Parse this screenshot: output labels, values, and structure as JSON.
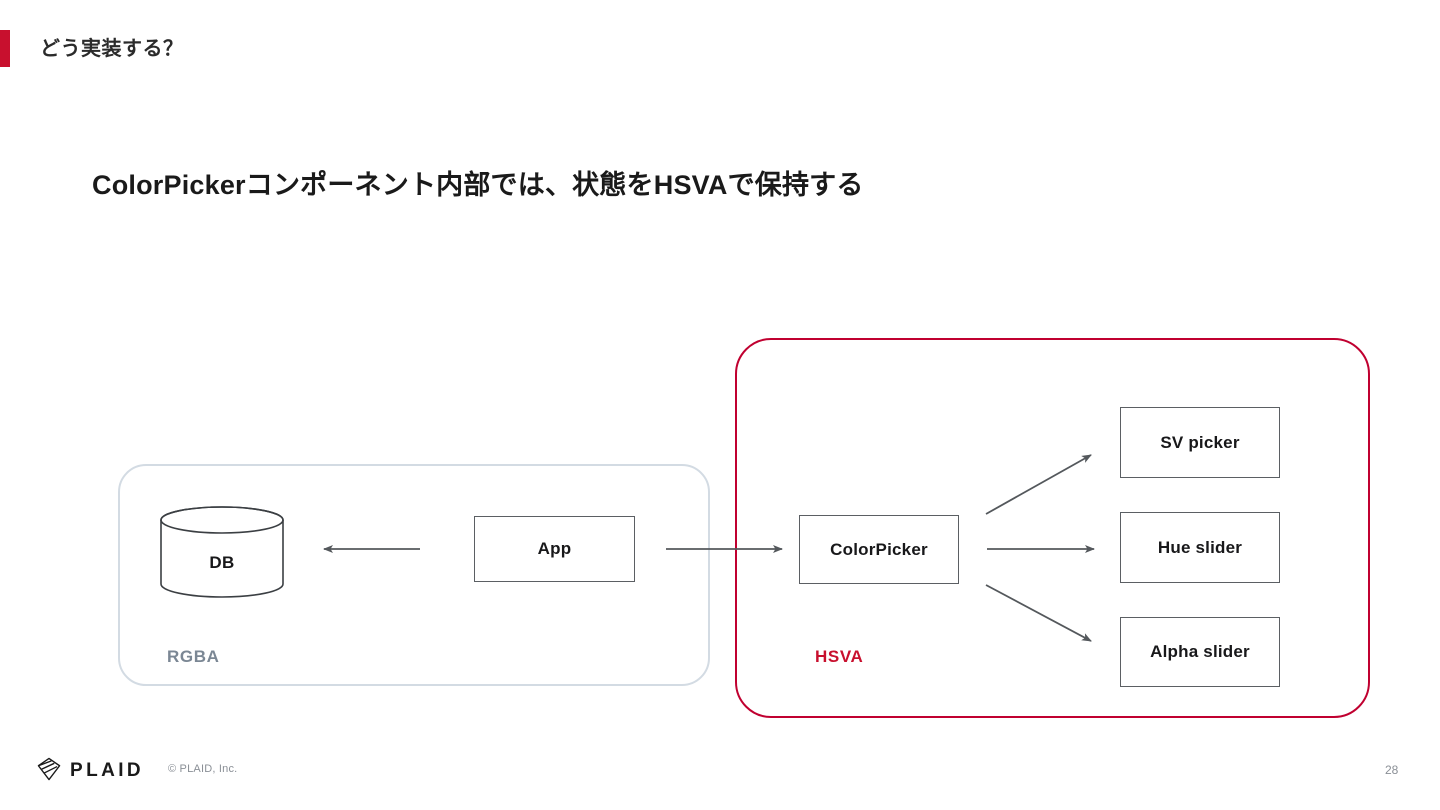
{
  "slide": {
    "header": {
      "title": "どう実装する？",
      "accent_color": "#c8102e"
    },
    "heading": "ColorPickerコンポーネント内部では、状態をHSVAで保持する",
    "diagram": {
      "groups": [
        {
          "id": "rgba-group",
          "label": "RGBA",
          "border_color": "#d3dbe3",
          "label_color": "#7b8794"
        },
        {
          "id": "hsva-group",
          "label": "HSVA",
          "border_color": "#c00030",
          "label_color": "#c8102e"
        }
      ],
      "nodes": [
        {
          "id": "db",
          "label": "DB",
          "shape": "cylinder"
        },
        {
          "id": "app",
          "label": "App",
          "shape": "rect"
        },
        {
          "id": "colorpicker",
          "label": "ColorPicker",
          "shape": "rect"
        },
        {
          "id": "sv-picker",
          "label": "SV picker",
          "shape": "rect"
        },
        {
          "id": "hue-slider",
          "label": "Hue slider",
          "shape": "rect"
        },
        {
          "id": "alpha-slider",
          "label": "Alpha slider",
          "shape": "rect"
        }
      ],
      "edges": [
        {
          "from": "app",
          "to": "db",
          "direction": "left"
        },
        {
          "from": "app",
          "to": "colorpicker",
          "direction": "right"
        },
        {
          "from": "colorpicker",
          "to": "sv-picker",
          "direction": "up-right"
        },
        {
          "from": "colorpicker",
          "to": "hue-slider",
          "direction": "right"
        },
        {
          "from": "colorpicker",
          "to": "alpha-slider",
          "direction": "down-right"
        }
      ],
      "edge_color": "#54585c"
    },
    "footer": {
      "brand": "PLAID",
      "copyright": "© PLAID, Inc.",
      "page_number": "28"
    }
  }
}
